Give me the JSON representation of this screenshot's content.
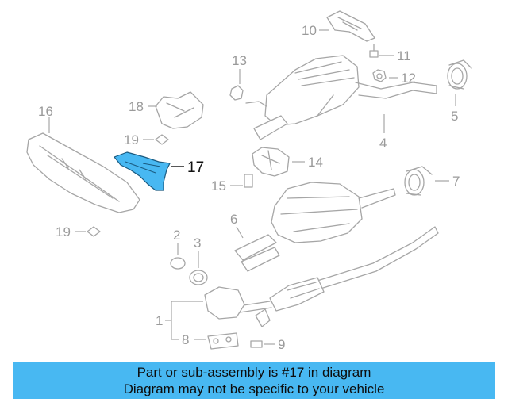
{
  "diagram": {
    "highlight_color": "#48b8f2",
    "highlighted_callout": "17",
    "callouts": {
      "c1": "1",
      "c2": "2",
      "c3": "3",
      "c4": "4",
      "c5": "5",
      "c6": "6",
      "c7": "7",
      "c8": "8",
      "c9": "9",
      "c10": "10",
      "c11": "11",
      "c12": "12",
      "c13": "13",
      "c14": "14",
      "c15": "15",
      "c16": "16",
      "c17": "17",
      "c18": "18",
      "c19a": "19",
      "c19b": "19"
    }
  },
  "banner": {
    "line1": "Part or sub-assembly is #17 in diagram",
    "line2": "Diagram may not be specific to your vehicle",
    "background": "#48b8f2"
  }
}
